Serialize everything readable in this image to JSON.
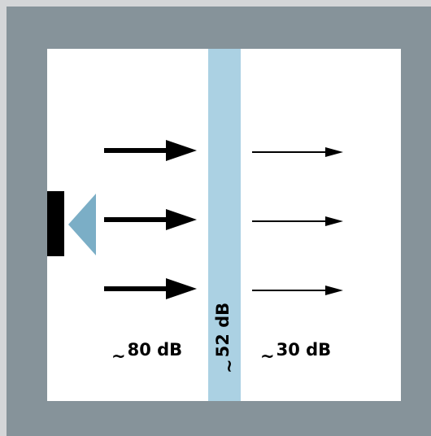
{
  "colors": {
    "page_background": "#d4d6d8",
    "frame": "#86939a",
    "panel": "#ffffff",
    "wall": "#abd1e3",
    "speaker_body": "#000000",
    "speaker_cone": "#7baec6",
    "arrows": "#000000"
  },
  "icons": {
    "speaker": "speaker-icon"
  },
  "labels": {
    "incident_tilde": "~",
    "incident_value": "80 dB",
    "wall_tilde": "~",
    "wall_value": "52 dB",
    "transmitted_tilde": "~",
    "transmitted_value": "30 dB"
  }
}
